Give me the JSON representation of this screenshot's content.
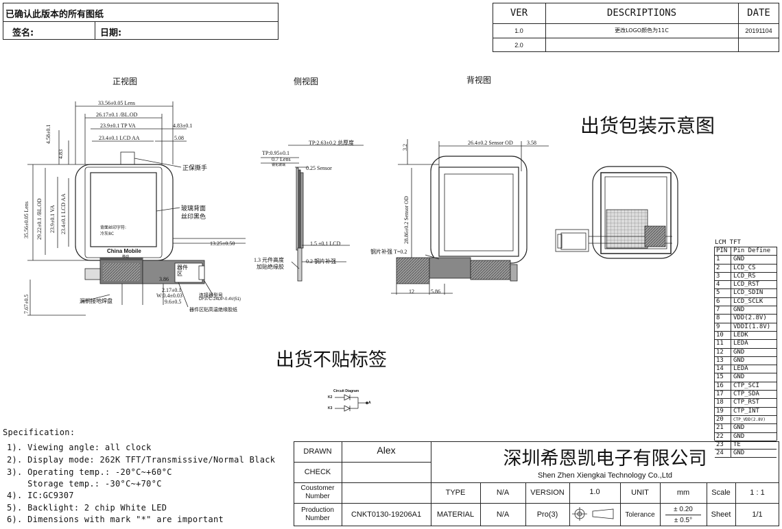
{
  "header": {
    "confirm_text": "已确认此版本的所有图纸",
    "sign_label": "签名:",
    "date_label": "日期:"
  },
  "revision": {
    "col_ver": "VER",
    "col_desc": "DESCRIPTIONS",
    "col_date": "DATE",
    "rows": [
      {
        "ver": "1.0",
        "desc": "更改LOGO颜色为11C",
        "date": "20191104"
      },
      {
        "ver": "2.0",
        "desc": "",
        "date": ""
      }
    ]
  },
  "views": {
    "front": "正视图",
    "side": "侧视图",
    "back": "背视图",
    "packaging_title": "出货包装示意图",
    "no_label_title": "出货不贴标签"
  },
  "front_dims": {
    "lens_w": "33.56±0.05 Lens",
    "bl_w": "26.17±0.1 /BL.OD",
    "tp_w": "23.9±0.1 TP VA",
    "lcd_w": "23.4±0.1 LCD AA",
    "right_top": "4.83±0.1",
    "right_gap": "5.08",
    "top_a": "4.58±0.1",
    "top_b": "4.83",
    "lens_h": "35.56±0.05 Lens",
    "bl_h": "29.22±0.1 /BL.OD",
    "va_h": "23.9±0.1 VA",
    "aa_h": "23.4±0.1 LCD AA",
    "fpc_w": "13.25±0.50",
    "bottom_h": "7.67±0.5",
    "d386": "3.86",
    "d217": "2.17±0.1",
    "d004": "W:0.4±0.03",
    "d96": "9.6±0.5",
    "protect_film": "正保撕手",
    "glass_back": "玻璃背面",
    "silk_black": "丝印黑色",
    "outline_text": "背面丝印字符:",
    "outline_text2": "冷灰8C",
    "logo": "China Mobile",
    "logo_sub": "移动",
    "pad": "漏铜接地焊盘",
    "component_area": "器件区",
    "connector": "连接器型号",
    "connector_model": "DF37C-24DP-0.4V(51)",
    "insulate": "器件区贴高温绝缘胶纸"
  },
  "side_dims": {
    "total": "TP:2.63±0.2 总厚度",
    "tp": "TP:0.95±0.1",
    "lens": "0.7 Lens",
    "lens_cn": "钢化玻璃",
    "sensor": "0.25 Sensor",
    "lcd": "1.5 ±0.1 LCD",
    "comp_h": "1.3 元件高度",
    "insulate": "加贴绝缘胶",
    "steel": "0.2 钢片补强"
  },
  "back_dims": {
    "sensor_w": "26.4±0.2 Sensor OD",
    "right": "3.58",
    "top": "3.2",
    "sensor_h": "28.86±0.2 Sensor OD",
    "steel": "钢片补强 T=0.2",
    "b12": "12",
    "b586": "5.86"
  },
  "circuit": {
    "title": "Circuit Diagram",
    "k2": "K2",
    "k3": "K3",
    "a": "A"
  },
  "pin_table": {
    "title": "LCM TFT",
    "head_pin": "PIN",
    "head_def": "Pin Define",
    "rows": [
      [
        "1",
        "GND"
      ],
      [
        "2",
        "LCD_CS"
      ],
      [
        "3",
        "LCD_RS"
      ],
      [
        "4",
        "LCD_RST"
      ],
      [
        "5",
        "LCD_SDIN"
      ],
      [
        "6",
        "LCD_SCLK"
      ],
      [
        "7",
        "GND"
      ],
      [
        "8",
        "VDD(2.8V)"
      ],
      [
        "9",
        "VDDI(1.8V)"
      ],
      [
        "10",
        "LEDK"
      ],
      [
        "11",
        "LEDA"
      ],
      [
        "12",
        "GND"
      ],
      [
        "13",
        "GND"
      ],
      [
        "14",
        "LEDA"
      ],
      [
        "15",
        "GND"
      ],
      [
        "16",
        "CTP_SCI"
      ],
      [
        "17",
        "CTP_SDA"
      ],
      [
        "18",
        "CTP_RST"
      ],
      [
        "19",
        "CTP_INT"
      ],
      [
        "20",
        "CTP_VDD(2.8V)"
      ],
      [
        "21",
        "GND"
      ],
      [
        "22",
        "GND"
      ],
      [
        "23",
        "TE"
      ],
      [
        "24",
        "GND"
      ]
    ]
  },
  "specification": {
    "title": "Specification:",
    "items": [
      "1). Viewing angle: all clock",
      "2). Display mode: 262K  TFT/Transmissive/Normal Black",
      "3). Operating temp.: -20°C~+60°C",
      "    Storage temp.: -30°C~+70°C",
      "4). IC:GC9307",
      "5). Backlight: 2 chip White LED",
      "6). Dimensions with mark \"*\" are important"
    ]
  },
  "title_block": {
    "drawn": "DRAWN",
    "drawn_by": "Alex",
    "check": "CHECK",
    "customer": "Coustomer Number",
    "production": "Production Number",
    "production_value": "CNKT0130-19206A1",
    "company_cn": "深圳希恩凯电子有限公司",
    "company_en": "Shen Zhen Xiengkai Technology Co.,Ltd",
    "type": "TYPE",
    "type_value": "N/A",
    "version": "VERSION",
    "version_value": "1.0",
    "unit": "UNIT",
    "unit_value": "mm",
    "scale": "Scale",
    "scale_value": "1 : 1",
    "material": "MATERIAL",
    "material_value": "N/A",
    "pro": "Pro(3)",
    "tolerance": "Tolerance",
    "tol1": "± 0.20",
    "tol2": "± 0.5°",
    "sheet": "Sheet",
    "sheet_value": "1/1"
  }
}
